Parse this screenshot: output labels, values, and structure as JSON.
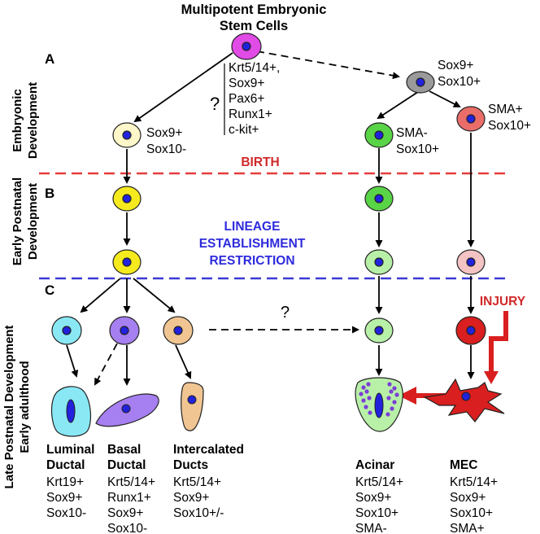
{
  "title": [
    "Multipotent Embryonic",
    "Stem Cells"
  ],
  "stem_markers": [
    "Krt5/14+,",
    "Sox9+",
    "Pax6+",
    "Runx1+",
    "c-kit+"
  ],
  "question_mark": "?",
  "sections": {
    "a": "A",
    "b": "B",
    "c": "C"
  },
  "side_labels": {
    "embryonic": [
      "Embryonic",
      "Development"
    ],
    "early_postnatal": [
      "Early Postnatal",
      "Development"
    ],
    "late_postnatal": [
      "Late Postnatal Development",
      "Early adulthood"
    ]
  },
  "birth_label": "BIRTH",
  "lineage_label": [
    "LINEAGE",
    "ESTABLISHMENT",
    "RESTRICTION"
  ],
  "injury_label": "INJURY",
  "cell_markers": {
    "left_progenitor": [
      "Sox9+",
      "Sox10-"
    ],
    "grey_progenitor": [
      "Sox9+",
      "Sox10+"
    ],
    "green_progenitor": [
      "SMA-",
      "Sox10+"
    ],
    "red_progenitor": [
      "SMA+",
      "Sox10+"
    ]
  },
  "final_cells": [
    {
      "name": [
        "Luminal",
        "Ductal"
      ],
      "markers": [
        "Krt19+",
        "Sox9+",
        "Sox10-"
      ]
    },
    {
      "name": [
        "Basal",
        "Ductal"
      ],
      "markers": [
        "Krt5/14+",
        "Runx1+",
        "Sox9+",
        "Sox10-"
      ]
    },
    {
      "name": [
        "Intercalated",
        "Ducts"
      ],
      "markers": [
        "Krt5/14+",
        "Sox9+",
        "Sox10+/-"
      ]
    },
    {
      "name": [
        "Acinar"
      ],
      "markers": [
        "Krt5/14+",
        "Sox9+",
        "Sox10+",
        "SMA-"
      ]
    },
    {
      "name": [
        "MEC"
      ],
      "markers": [
        "Krt5/14+",
        "Sox9+",
        "Sox10+",
        "SMA+"
      ]
    }
  ],
  "colors": {
    "stem": "#e14be6",
    "yellow": "#f5ea1e",
    "pale_yellow": "#fdf7c9",
    "grey": "#9a9a9a",
    "green": "#5ad447",
    "light_green": "#b8f0a8",
    "salmon": "#ea6d6a",
    "pink": "#f4c3c3",
    "red": "#d91f1f",
    "cyan": "#8ae8f5",
    "purple": "#a67ff0",
    "tan": "#f0c592",
    "nucleus": "#2222dd",
    "dash_red": "#e63b3b",
    "dash_blue": "#3a3ad6"
  }
}
